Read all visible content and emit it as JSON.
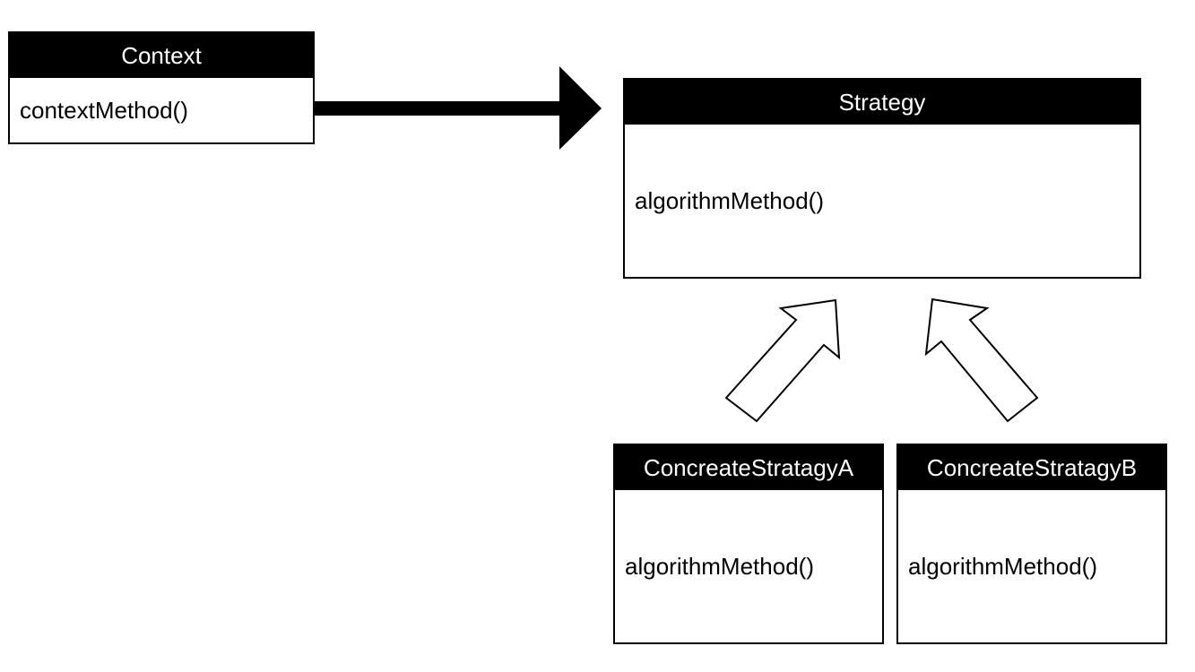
{
  "colors": {
    "header_bg": "#000000",
    "header_text": "#ffffff",
    "border": "#000000",
    "arrow": "#000000"
  },
  "context": {
    "name": "Context",
    "method": "contextMethod()"
  },
  "strategy": {
    "name": "Strategy",
    "method": "algorithmMethod()"
  },
  "concrete_a": {
    "name": "ConcreateStratagyA",
    "method": "algorithmMethod()"
  },
  "concrete_b": {
    "name": "ConcreateStratagyB",
    "method": "algorithmMethod()"
  },
  "relations": [
    {
      "from": "Context",
      "to": "Strategy",
      "kind": "association"
    },
    {
      "from": "ConcreateStratagyA",
      "to": "Strategy",
      "kind": "inheritance"
    },
    {
      "from": "ConcreateStratagyB",
      "to": "Strategy",
      "kind": "inheritance"
    }
  ]
}
